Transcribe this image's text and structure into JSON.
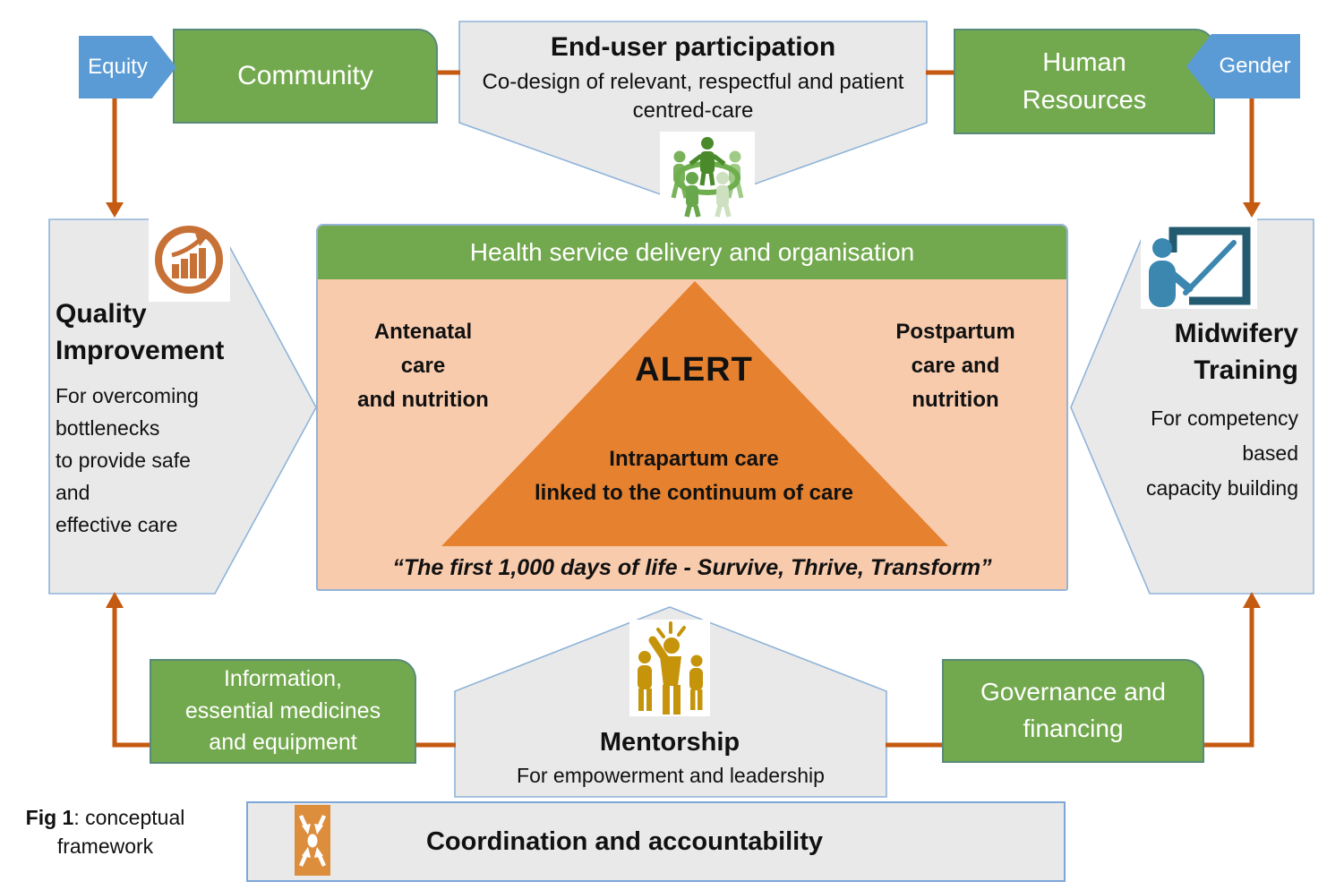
{
  "diagram": {
    "equity": {
      "label": "Equity"
    },
    "community": {
      "label": "Community"
    },
    "end_user": {
      "title": "End-user participation",
      "desc1": "Co-design of relevant, respectful and patient",
      "desc2": "centred-care"
    },
    "human_resources": {
      "line1": "Human",
      "line2": "Resources"
    },
    "gender": {
      "label": "Gender"
    },
    "quality_improvement": {
      "title1": "Quality",
      "title2": "Improvement",
      "desc": [
        "For overcoming",
        "bottlenecks",
        "to provide safe",
        "and",
        "effective care"
      ]
    },
    "center": {
      "header": "Health service delivery and organisation",
      "antenatal": [
        "Antenatal",
        "care",
        "and nutrition"
      ],
      "alert": "ALERT",
      "postpartum": [
        "Postpartum",
        "care and",
        "nutrition"
      ],
      "intrapartum1": "Intrapartum care",
      "intrapartum2": "linked to the continuum of care",
      "quote": "“The first 1,000 days of life - Survive, Thrive, Transform”"
    },
    "midwifery": {
      "title1": "Midwifery",
      "title2": "Training",
      "desc": [
        "For competency",
        "based",
        "capacity building"
      ]
    },
    "information": {
      "lines": [
        "Information,",
        "essential medicines",
        "and equipment"
      ]
    },
    "mentorship": {
      "title": "Mentorship",
      "desc": "For empowerment and leadership"
    },
    "governance": {
      "lines": [
        "Governance and",
        "financing"
      ]
    },
    "coordination": {
      "label": "Coordination and accountability"
    },
    "caption": {
      "fig": "Fig 1",
      "rest": ": conceptual",
      "line2": "framework"
    }
  },
  "icons": {
    "quality_improvement": "growth-chart-icon",
    "end_user": "people-circle-icon",
    "midwifery": "presentation-board-icon",
    "mentorship": "empowerment-people-icon",
    "coordination": "converging-arrows-icon"
  },
  "colors": {
    "green": "#73a94e",
    "blue": "#5b9bd5",
    "gray_fill": "#e9e9e9",
    "gray_border": "#8fb4d9",
    "peach": "#f8cbad",
    "triangle_orange": "#e5812f",
    "connector_orange": "#c55a11",
    "gold": "#c5940b",
    "growth_icon_orange": "#c87137",
    "coordination_icon_orange": "#dd8e3d",
    "presenter_blue": "#3c87b0",
    "board_teal": "#235a70"
  }
}
